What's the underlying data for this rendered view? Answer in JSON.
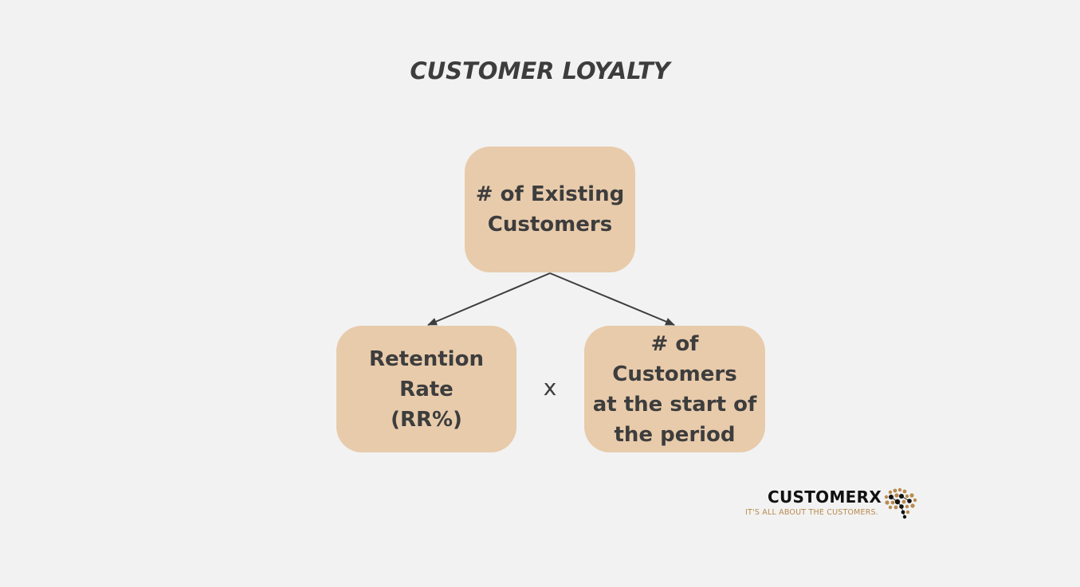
{
  "diagram": {
    "title": "CUSTOMER LOYALTY",
    "nodes": {
      "top": {
        "label": "# of Existing\nCustomers"
      },
      "left": {
        "label": "Retention Rate\n(RR%)"
      },
      "right": {
        "label": "# of Customers\nat the start of\nthe period"
      }
    },
    "operator": "x",
    "edges": [
      {
        "from": "top",
        "to": "left"
      },
      {
        "from": "top",
        "to": "right"
      }
    ]
  },
  "logo": {
    "wordmark": "CUSTOMERX",
    "tagline": "IT'S ALL ABOUT THE CUSTOMERS."
  },
  "colors": {
    "background": "#f2f2f2",
    "box_fill": "#e8cbab",
    "text": "#3d3d3d",
    "arrow": "#3d3d3d",
    "logo_accent": "#b88a4e"
  }
}
